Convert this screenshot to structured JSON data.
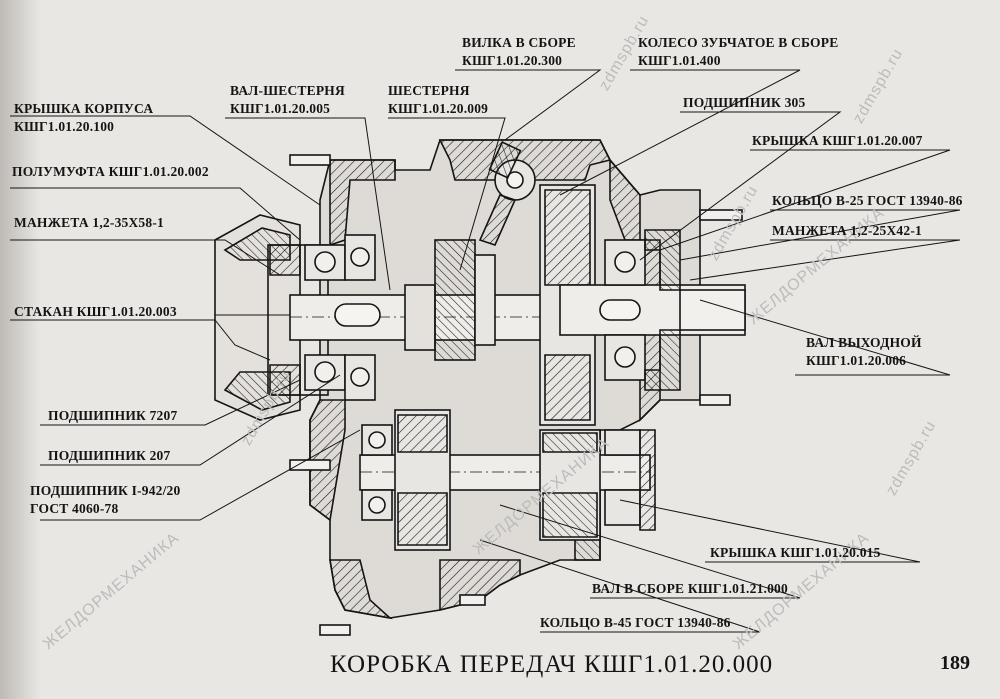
{
  "title": "КОРОБКА ПЕРЕДАЧ  КШГ1.01.20.000",
  "page_number": "189",
  "watermarks": {
    "brand": "ЖЕЛДОРМЕХАНИКА",
    "site": "zdmspb.ru"
  },
  "labels": {
    "kryshka_korpusa": {
      "line1": "КРЫШКА КОРПУСА",
      "line2": "КШГ1.01.20.100"
    },
    "polumufta": {
      "line1": "ПОЛУМУФТА КШГ1.01.20.002"
    },
    "manzheta_left": {
      "line1": "МАНЖЕТА 1,2-35Х58-1"
    },
    "stakan": {
      "line1": "СТАКАН КШГ1.01.20.003"
    },
    "podshipnik_7207": {
      "line1": "ПОДШИПНИК 7207"
    },
    "podshipnik_207": {
      "line1": "ПОДШИПНИК 207"
    },
    "podshipnik_942": {
      "line1": "ПОДШИПНИК I-942/20",
      "line2": "ГОСТ 4060-78"
    },
    "val_shesternya": {
      "line1": "ВАЛ-ШЕСТЕРНЯ",
      "line2": "КШГ1.01.20.005"
    },
    "shesternya": {
      "line1": "ШЕСТЕРНЯ",
      "line2": "КШГ1.01.20.009"
    },
    "vilka": {
      "line1": "ВИЛКА В СБОРЕ",
      "line2": "КШГ1.01.20.300"
    },
    "koleso": {
      "line1": "КОЛЕСО ЗУБЧАТОЕ В СБОРЕ",
      "line2": "КШГ1.01.400"
    },
    "podshipnik_305": {
      "line1": "ПОДШИПНИК 305"
    },
    "kryshka_007": {
      "line1": "КРЫШКА КШГ1.01.20.007"
    },
    "koltso_25": {
      "line1": "КОЛЬЦО В-25 ГОСТ 13940-86"
    },
    "manzheta_right": {
      "line1": "МАНЖЕТА 1,2-25Х42-1"
    },
    "val_vykhodnoy": {
      "line1": "ВАЛ ВЫХОДНОЙ",
      "line2": "КШГ1.01.20.006"
    },
    "kryshka_015": {
      "line1": "КРЫШКА КШГ1.01.20.015"
    },
    "val_v_sbore": {
      "line1": "ВАЛ  В СБОРЕ КШГ1.01.21.000"
    },
    "koltso_45": {
      "line1": "КОЛЬЦО В-45 ГОСТ 13940-86"
    }
  }
}
